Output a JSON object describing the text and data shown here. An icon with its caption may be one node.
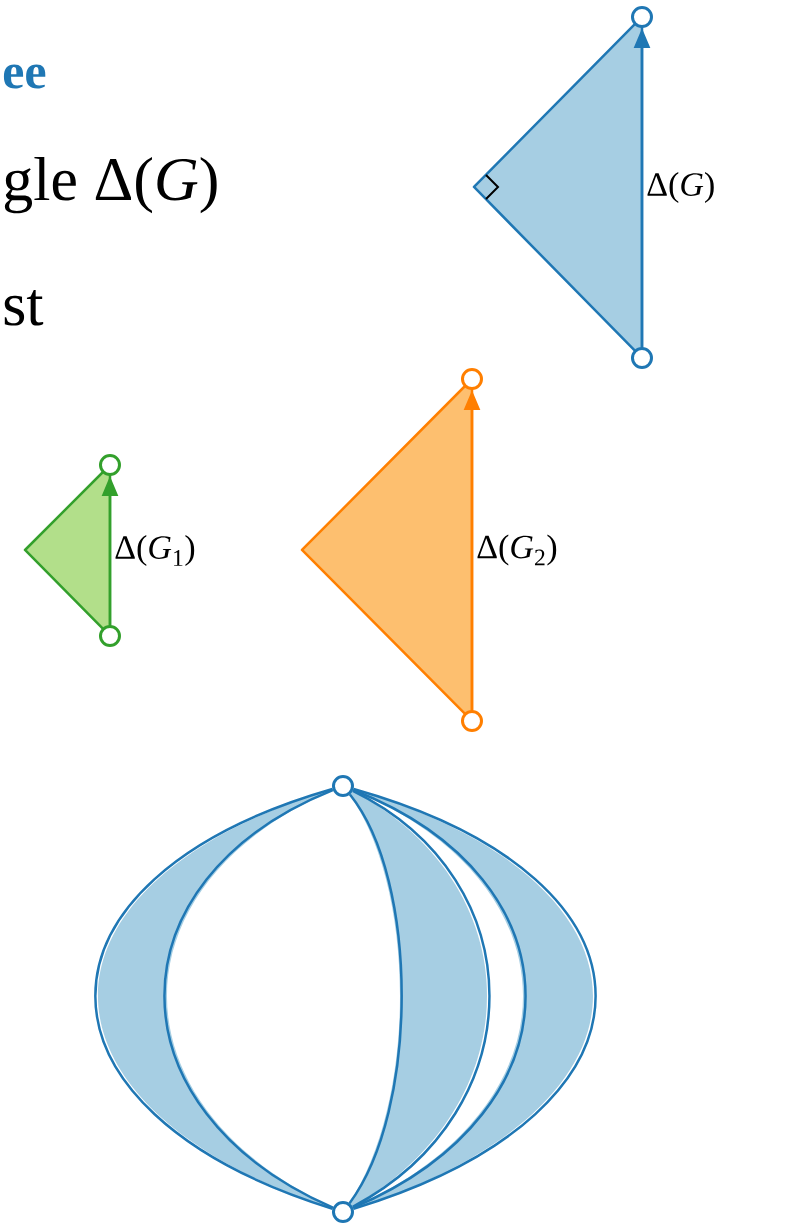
{
  "diagram": {
    "nodes": [
      {
        "text": [],
        "shape": "circle"
      },
      {
        "text": [],
        "shape": "circle"
      },
      {
        "text": [],
        "shape": "circle"
      },
      {
        "text": [],
        "shape": "circle"
      },
      {
        "text": [],
        "shape": "circle"
      },
      {
        "text": [],
        "shape": "circle"
      },
      {
        "text": [],
        "shape": "circle"
      },
      {
        "text": [],
        "shape": "circle"
      }
    ],
    "edges": [
      {
        "from": 1,
        "to": 0,
        "arrow": "to",
        "label": "Δ(*G*)"
      },
      {
        "from": 3,
        "to": 2,
        "arrow": "to",
        "label": "Δ(*G*$_{1}$)",
        "color": "#33a02c"
      },
      {
        "from": 5,
        "to": 4,
        "arrow": "to",
        "label": "Δ(*G*$_{2}$)",
        "color": "#ff7f00"
      },
      {
        "from": 6,
        "to": 7,
        "arrow": "none"
      },
      {
        "from": 6,
        "to": 7,
        "arrow": "none"
      },
      {
        "from": 6,
        "to": 7,
        "arrow": "none"
      },
      {
        "from": 6,
        "to": 7,
        "arrow": "none"
      },
      {
        "from": 6,
        "to": 7,
        "arrow": "none"
      },
      {
        "from": 6,
        "to": 7,
        "arrow": "none"
      }
    ],
    "labels": [
      "ee",
      "gle Δ(*G*)",
      "st"
    ]
  }
}
